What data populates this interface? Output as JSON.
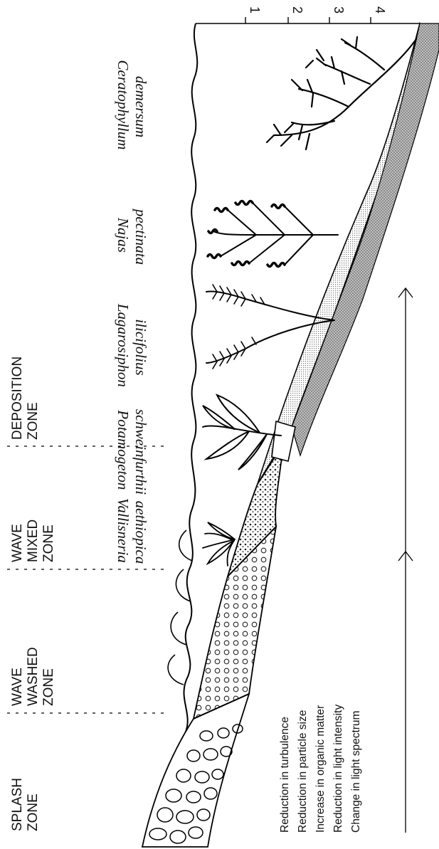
{
  "zones": {
    "splash": [
      "SPLASH",
      "ZONE"
    ],
    "wave_washed": [
      "WAVE",
      "WASHED",
      "ZONE"
    ],
    "wave_mixed": [
      "WAVE",
      "MIXED",
      "ZONE"
    ],
    "deposition": [
      "DEPOSITION",
      "ZONE"
    ]
  },
  "species": {
    "vallisneria": [
      "Vallisneria",
      "aethiopica"
    ],
    "potamogeton": [
      "Potamogeton",
      "schweinfurthii"
    ],
    "lagarosiphon": [
      "Lagarosiphon",
      "ilicifolius"
    ],
    "najas": [
      "Najas",
      "pectinata"
    ],
    "ceratophyllum": [
      "Ceratophyllum",
      "demersum"
    ]
  },
  "depth_ticks": [
    "1",
    "2",
    "3",
    "4"
  ],
  "gradients": [
    "Reduction in turbulence",
    "Reduction in particle size",
    "Increase in organic matter",
    "Reduction in light intensity",
    "Change in light spectrum"
  ]
}
